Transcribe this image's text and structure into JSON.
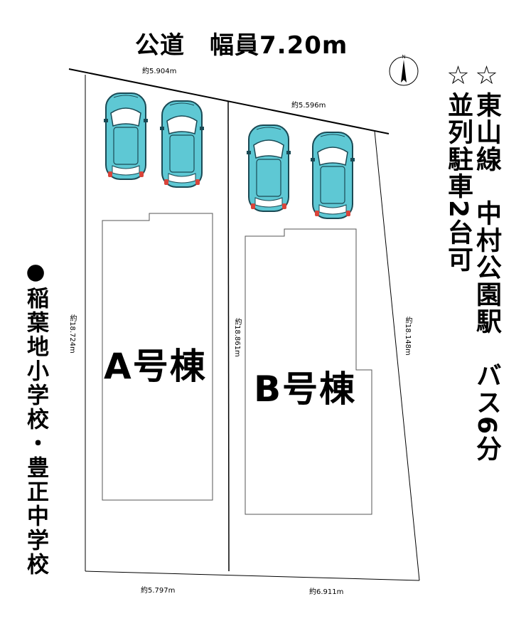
{
  "road": "公道　幅員7.20m",
  "compass_letter": "N",
  "dims": {
    "top_left": "約5.904m",
    "top_right": "約5.596m",
    "bottom_left": "約5.797m",
    "bottom_right": "約6.911m",
    "left": "約18.724m",
    "middle": "約18.861m",
    "right": "約18.148m"
  },
  "buildings": {
    "a": "A号棟",
    "b": "B号棟"
  },
  "features": {
    "col1": "☆東山線　中村公園駅　バス6分",
    "col2": "☆並列駐車2台可"
  },
  "schools": "●稲葉地小学校・豊正中学校",
  "colors": {
    "car_body": "#5ec8d4",
    "car_outline": "#1a4a55",
    "brake_light": "#d9443a"
  }
}
